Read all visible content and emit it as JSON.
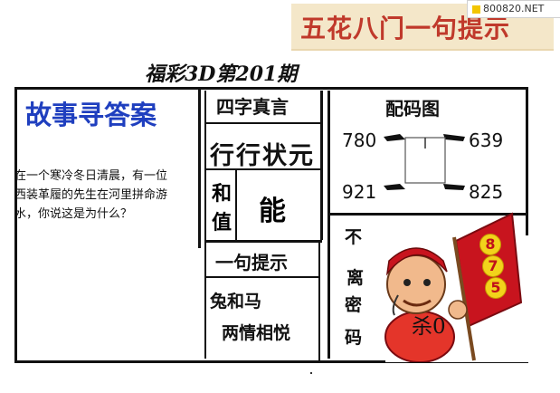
{
  "header": {
    "banner_text": "五花八门一句提示",
    "watermark": "800820.NET"
  },
  "title": "福彩3D第201期",
  "story": {
    "heading": "故事寻答案",
    "lines": [
      "在一个寒冷冬日清晨，有一位",
      "西装革履的先生在河里拼命游",
      "水，你说这是为什么？"
    ]
  },
  "four_words": {
    "heading": "四字真言",
    "phrase": "行行状元",
    "char_he": "和",
    "char_zhi": "值",
    "char_neng": "能"
  },
  "one_hint": {
    "heading": "一句提示",
    "line1": "兔和马",
    "line2": "两情相悦"
  },
  "code_map": {
    "heading": "配码图",
    "top_left": "780",
    "top_right": "639",
    "bottom_left": "921",
    "bottom_right": "825"
  },
  "secret_code": {
    "chars": [
      "不",
      "离",
      "密",
      "码"
    ]
  },
  "kill": {
    "label": "杀0",
    "badges": [
      "8",
      "7",
      "5"
    ]
  },
  "colors": {
    "story_heading": "#1f3fbf",
    "banner_text": "#c0392b",
    "flag": "#c8141e",
    "badge": "#f2d31b"
  }
}
